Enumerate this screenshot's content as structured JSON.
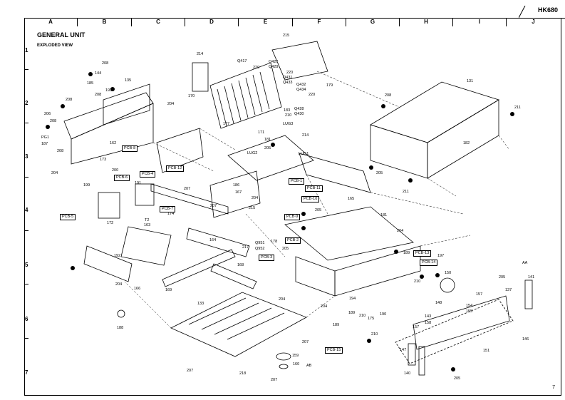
{
  "header": {
    "model": "HK680"
  },
  "diagram": {
    "title": "GENERAL UNIT",
    "subtitle": "EXPLODED VIEW"
  },
  "grid": {
    "columns": [
      "A",
      "B",
      "C",
      "D",
      "E",
      "F",
      "G",
      "H",
      "I",
      "J"
    ],
    "rows": [
      "1",
      "2",
      "3",
      "4",
      "5",
      "6",
      "7"
    ]
  },
  "part_labels": [
    "208",
    "144",
    "185",
    "135",
    "193",
    "208",
    "204",
    "208",
    "206",
    "208",
    "PG1",
    "187",
    "208",
    "204",
    "162",
    "173",
    "199",
    "172",
    "191",
    "163",
    "T2",
    "200",
    "174",
    "207",
    "207",
    "164",
    "192",
    "204",
    "166",
    "169",
    "168",
    "188",
    "214",
    "170",
    "215",
    "Q417",
    "220",
    "Q427",
    "Q429",
    "220",
    "Q431",
    "Q433",
    "220",
    "Q432",
    "Q434",
    "179",
    "177",
    "171",
    "181",
    "205",
    "LUG3",
    "214",
    "183",
    "210",
    "Q428",
    "Q430",
    "LUG2",
    "186",
    "167",
    "204",
    "215",
    "LUG1",
    "205",
    "165",
    "205",
    "217",
    "Q951",
    "Q952",
    "178",
    "205",
    "181",
    "204",
    "189",
    "133",
    "207",
    "207",
    "207",
    "218",
    "159",
    "160",
    "AB",
    "131",
    "208",
    "182",
    "211",
    "211",
    "197",
    "150",
    "205",
    "137",
    "141",
    "AA",
    "157",
    "148",
    "154",
    "155",
    "143",
    "158",
    "151",
    "146",
    "157",
    "147",
    "140",
    "205",
    "210",
    "194",
    "210",
    "175",
    "190",
    "189",
    "189",
    "210",
    "204",
    "204"
  ],
  "pcb_labels": [
    "PCB-8",
    "PCB-6",
    "PCB-4",
    "PCB-12",
    "PCB-5",
    "PCB-7",
    "PCB-1",
    "PCB-11",
    "PCB-10",
    "PCB-9",
    "PCB-2",
    "PCB-3",
    "PCB-13",
    "PCB-14",
    "PCB-15"
  ],
  "footer": {
    "page": "7"
  }
}
